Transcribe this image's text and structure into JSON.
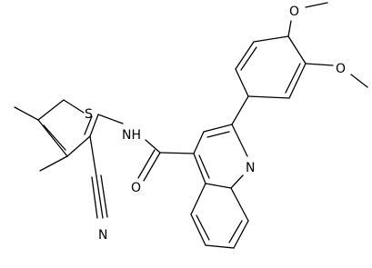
{
  "molecule": {
    "atom_labels": {
      "s": "S",
      "nh": "NH",
      "n_nitrile": "N",
      "o_amide": "O",
      "n_quinoline": "N",
      "o_methoxy_top": "O",
      "o_methoxy_side": "O"
    },
    "bond_color": "#000000",
    "background": "#ffffff"
  }
}
